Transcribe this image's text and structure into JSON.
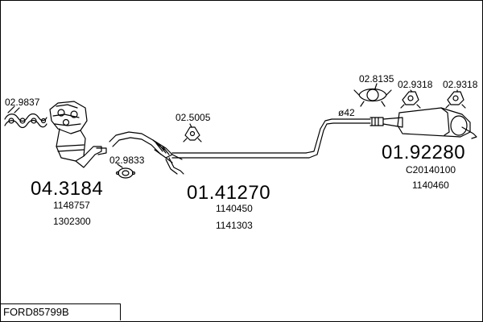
{
  "footer": {
    "code": "FORD85799B"
  },
  "groups": {
    "catalyst": {
      "main_number": "04.3184",
      "refs": [
        "1148757",
        "1302300"
      ],
      "gasket_top": "02.9837",
      "gasket_lower": "02.9833"
    },
    "middle_pipe": {
      "main_number": "01.41270",
      "refs": [
        "1140450",
        "1141303"
      ],
      "hanger": "02.5005"
    },
    "rear_silencer": {
      "main_number": "01.92280",
      "refs": [
        "C20140100",
        "1140460"
      ],
      "clamp": "02.8135",
      "hanger_a": "02.9318",
      "hanger_b": "02.9318",
      "diameter_label": "ø42"
    }
  }
}
